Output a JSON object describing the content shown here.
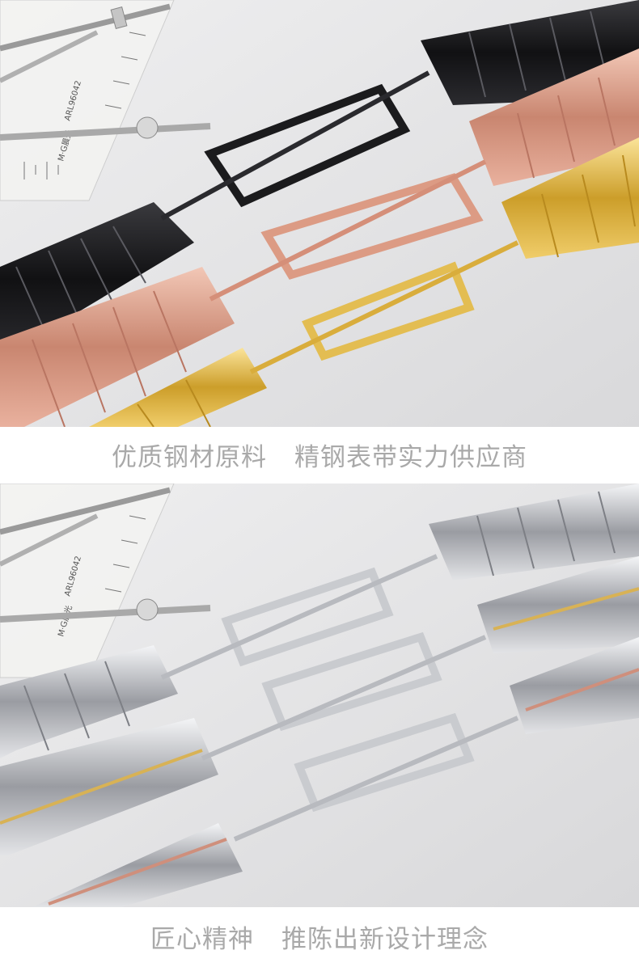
{
  "images": {
    "top": {
      "ruler_brand": "M·G晨光",
      "ruler_model": "ARL96042",
      "band_colors": {
        "black": "#1b1b1d",
        "rose_gold": "#d99a86",
        "gold": "#e3bd52"
      }
    },
    "bottom": {
      "ruler_brand": "M·G晨光",
      "ruler_model": "ARL96042",
      "band_colors": {
        "silver": "#c9cbcf",
        "silver_gold": "#d8b255",
        "silver_rose": "#cf8f7c"
      }
    }
  },
  "captions": {
    "top": {
      "left": "优质钢材原料",
      "right": "精钢表带实力供应商"
    },
    "bottom": {
      "left": "匠心精神",
      "right": "推陈出新设计理念"
    }
  }
}
